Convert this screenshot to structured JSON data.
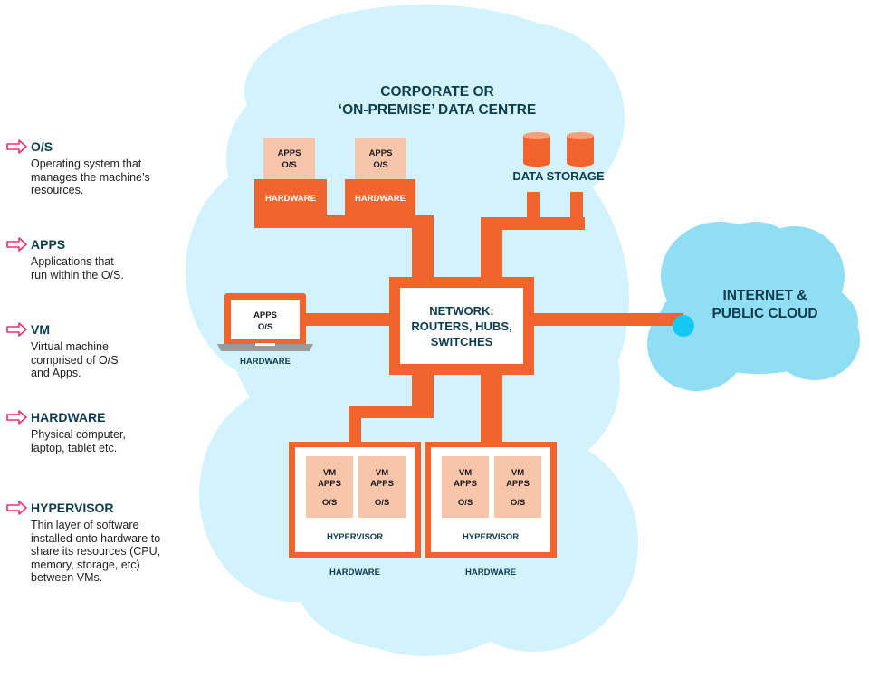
{
  "colors": {
    "accent": "#f2642d",
    "box": "#f7c5aa",
    "cloud": "#d2f3fb",
    "cloud_internet": "#8fdef4",
    "dot": "#13c8f1",
    "text_dark": "#0d3c4e",
    "arrow": "#e8336d",
    "laptop_gray": "#9a9a9a"
  },
  "legend": [
    {
      "term": "O/S",
      "description": "Operating system that\nmanages the machine’s\nresources.",
      "icon": "arrow-right-icon"
    },
    {
      "term": "APPS",
      "description": "Applications that\nrun within the O/S.",
      "icon": "arrow-right-icon"
    },
    {
      "term": "VM",
      "description": "Virtual machine\ncomprised of O/S\nand Apps.",
      "icon": "arrow-right-icon"
    },
    {
      "term": "HARDWARE",
      "description": "Physical computer,\nlaptop, tablet etc.",
      "icon": "arrow-right-icon"
    },
    {
      "term": "HYPERVISOR",
      "description": "Thin layer of software\ninstalled onto hardware to\nshare its resources (CPU,\nmemory, storage, etc)\nbetween VMs.",
      "icon": "arrow-right-icon"
    }
  ],
  "datacentre": {
    "title_line1": "CORPORATE OR",
    "title_line2": "‘ON-PREMISE’ DATA CENTRE"
  },
  "servers": {
    "server1": {
      "apps": "APPS",
      "os": "O/S",
      "hardware": "HARDWARE"
    },
    "server2": {
      "apps": "APPS",
      "os": "O/S",
      "hardware": "HARDWARE"
    }
  },
  "storage": {
    "label": "DATA STORAGE",
    "icon": "database-icon"
  },
  "network": {
    "line1": "NETWORK:",
    "line2": "ROUTERS, HUBS,",
    "line3": "SWITCHES"
  },
  "laptop": {
    "apps": "APPS",
    "os": "O/S",
    "hardware": "HARDWARE",
    "icon": "laptop-icon"
  },
  "internet": {
    "line1": "INTERNET &",
    "line2": "PUBLIC CLOUD"
  },
  "hosts": {
    "host1": {
      "vms": [
        {
          "vm": "VM",
          "apps": "APPS",
          "os": "O/S"
        },
        {
          "vm": "VM",
          "apps": "APPS",
          "os": "O/S"
        }
      ],
      "hypervisor": "HYPERVISOR",
      "hardware": "HARDWARE"
    },
    "host2": {
      "vms": [
        {
          "vm": "VM",
          "apps": "APPS",
          "os": "O/S"
        },
        {
          "vm": "VM",
          "apps": "APPS",
          "os": "O/S"
        }
      ],
      "hypervisor": "HYPERVISOR",
      "hardware": "HARDWARE"
    }
  }
}
